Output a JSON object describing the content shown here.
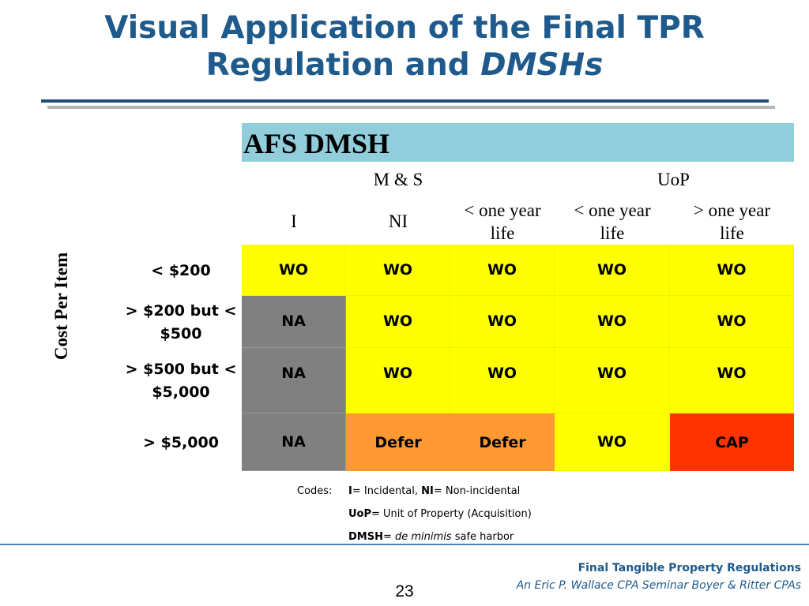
{
  "slide": {
    "title_line1": "Visual Application of the Final TPR",
    "title_line2_prefix": "Regulation and ",
    "title_line2_italic": "DMSHs",
    "page_number": "23"
  },
  "table": {
    "header": "AFS DMSH",
    "group_headers": {
      "ms": "M & S",
      "uop": "UoP"
    },
    "column_headers": [
      {
        "line1": "I",
        "line2": ""
      },
      {
        "line1": "NI",
        "line2": ""
      },
      {
        "line1": "< one year",
        "line2": "life"
      },
      {
        "line1": "< one year",
        "line2": "life"
      },
      {
        "line1": "> one year",
        "line2": "life"
      }
    ],
    "axis_label": "Cost Per Item",
    "rows": [
      {
        "label_line1": "< $200",
        "label_line2": "",
        "cells": [
          "WO",
          "WO",
          "WO",
          "WO",
          "WO"
        ]
      },
      {
        "label_line1": "> $200 but <",
        "label_line2": "$500",
        "cells": [
          "NA",
          "WO",
          "WO",
          "WO",
          "WO"
        ]
      },
      {
        "label_line1": "> $500 but <",
        "label_line2": "$5,000",
        "cells": [
          "NA",
          "WO",
          "WO",
          "WO",
          "WO"
        ]
      },
      {
        "label_line1": "> $5,000",
        "label_line2": "",
        "cells": [
          "NA",
          "Defer",
          "Defer",
          "WO",
          "CAP"
        ]
      }
    ],
    "cell_colors": {
      "yellow": "#ffff00",
      "gray": "#808080",
      "orange": "#ff9933",
      "red": "#ff3300",
      "header_bar": "#92cddc"
    }
  },
  "codes": {
    "label": "Codes:",
    "line1": {
      "i_key": "I",
      "i_text": "= Incidental, ",
      "ni_key": "NI",
      "ni_text": "= Non-incidental"
    },
    "line2": {
      "key": "UoP",
      "text": "= Unit of Property (Acquisition)"
    },
    "line3": {
      "key": "DMSH",
      "eq": "= ",
      "italic": "de minimis",
      "text": " safe harbor"
    }
  },
  "footer": {
    "line1": "Final Tangible Property Regulations",
    "line2": "An Eric P. Wallace CPA Seminar Boyer & Ritter CPAs"
  },
  "colors": {
    "title_blue": "#1f5a8c",
    "rule_dark": "#1f4e79",
    "rule_light": "#b7b7b7",
    "footer_line": "#4f81bd"
  }
}
